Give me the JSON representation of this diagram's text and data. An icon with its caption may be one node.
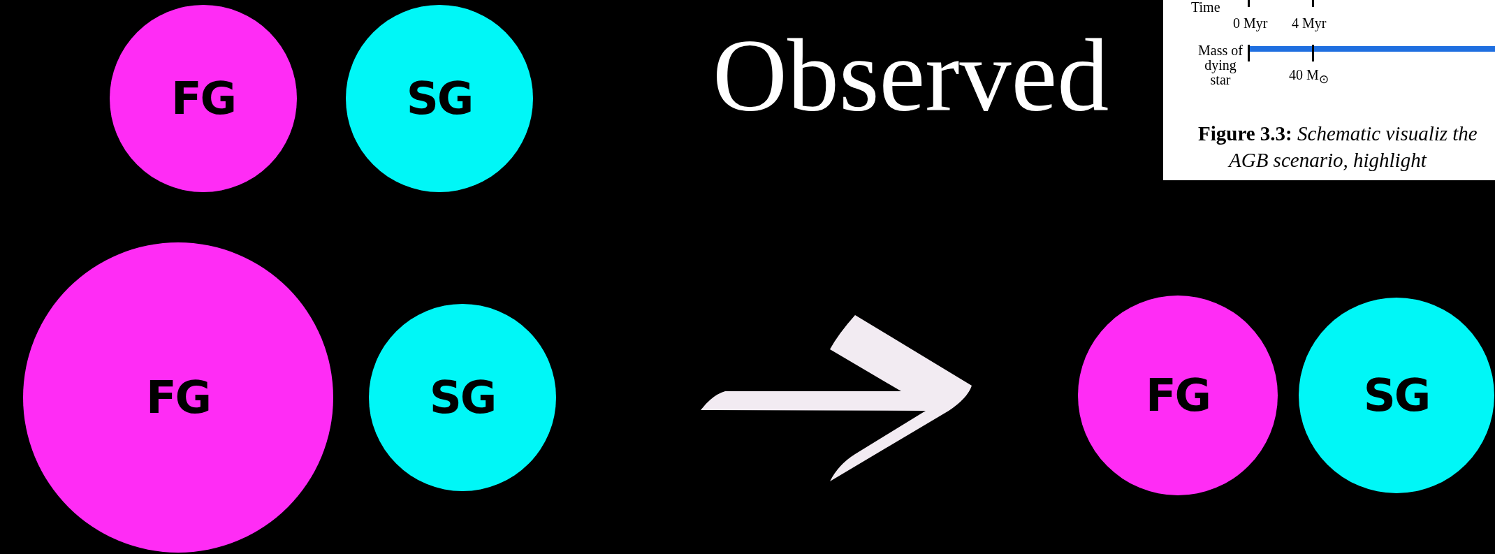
{
  "diagram": {
    "nodes": [
      {
        "text": [
          "FG"
        ]
      },
      {
        "text": [
          "SG"
        ]
      },
      {
        "text": [
          "FG"
        ]
      },
      {
        "text": [
          "SG"
        ]
      },
      {
        "text": [
          "FG"
        ]
      },
      {
        "text": [
          "SG"
        ]
      }
    ],
    "labels": [
      "Observed",
      "Time",
      "0 Myr",
      "4 Myr",
      "Mass of dying star",
      "40 M$_{⊙}$",
      "**Figure 3.3:** *Schematic visualiz the AGB scenario, highlight*"
    ]
  }
}
